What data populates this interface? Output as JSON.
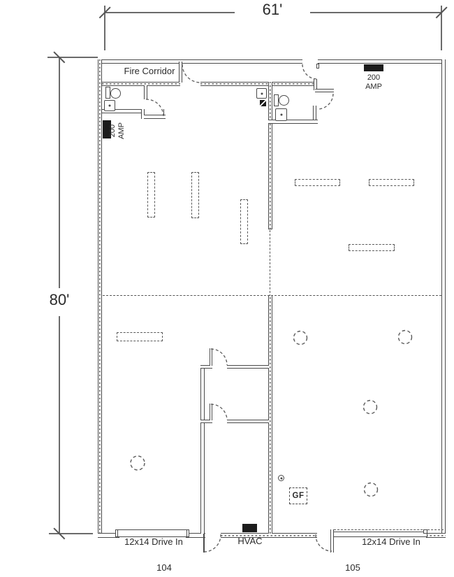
{
  "dimensions": {
    "width_label": "61'",
    "height_label": "80'"
  },
  "labels": {
    "fire_corridor": "Fire Corridor",
    "hvac": "HVAC",
    "gf": "GF"
  },
  "electrical_panels": {
    "left": {
      "line1": "200",
      "line2": "AMP"
    },
    "top": {
      "line1": "200",
      "line2": "AMP"
    }
  },
  "units": {
    "left": {
      "number": "104",
      "drive_in_label": "12x14 Drive In"
    },
    "right": {
      "number": "105",
      "drive_in_label": "12x14 Drive In"
    }
  },
  "colors": {
    "wall": "#4a4a4a",
    "fill": "#1c1c1c"
  }
}
